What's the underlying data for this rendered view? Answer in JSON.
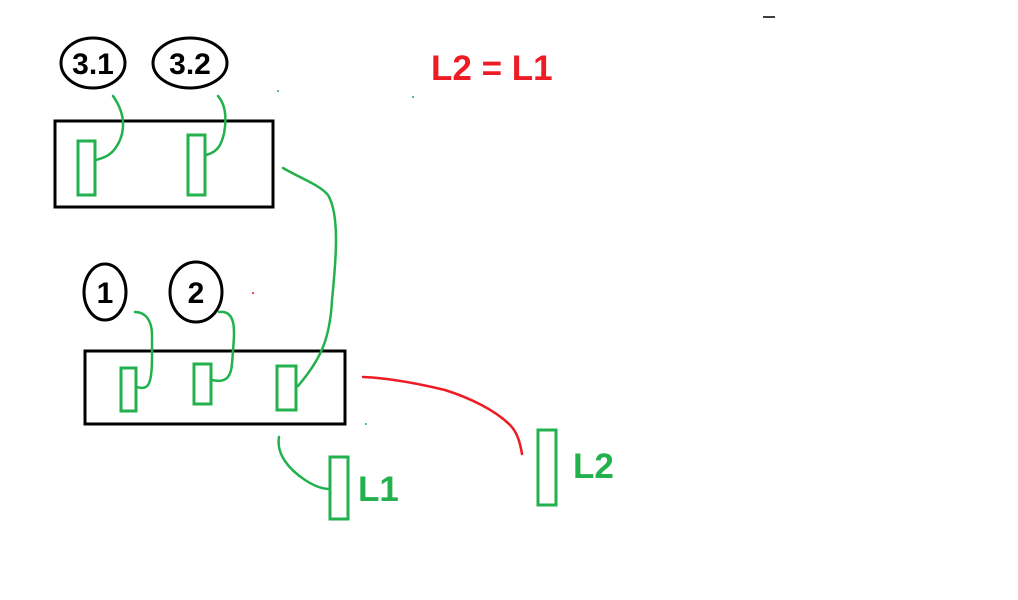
{
  "colors": {
    "outline": "#000000",
    "terminal": "#22b14c",
    "wire_green": "#22b14c",
    "wire_red": "#ed1c24",
    "equation": "#ed1c24",
    "background": "#ffffff"
  },
  "equation": "L2 = L1",
  "top_block": {
    "terminal_labels": [
      "3.1",
      "3.2"
    ]
  },
  "bottom_block": {
    "terminal_labels": [
      "1",
      "2"
    ]
  },
  "loose_terminals": {
    "l1_label": "L1",
    "l2_label": "L2"
  }
}
